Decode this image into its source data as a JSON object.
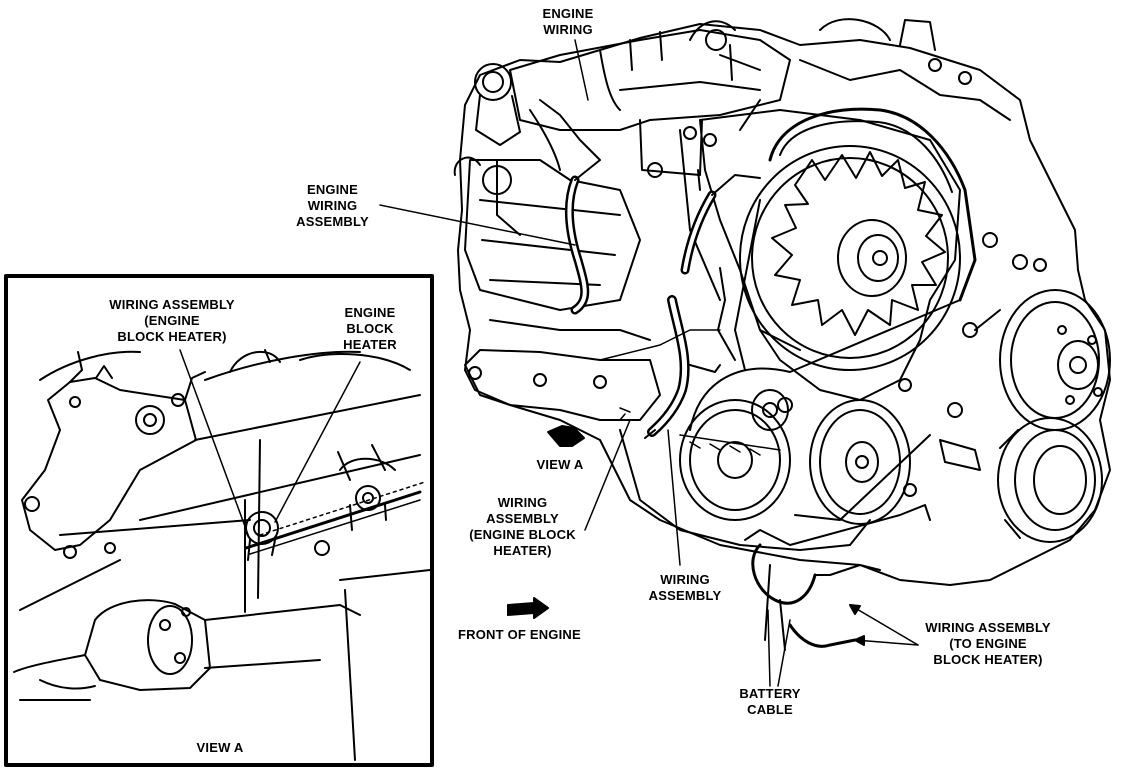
{
  "inset": {
    "title": "VIEW A",
    "labels": {
      "wiring_assembly_block_heater": "WIRING ASSEMBLY\n(ENGINE\nBLOCK HEATER)",
      "engine_block_heater": "ENGINE\nBLOCK\nHEATER"
    }
  },
  "main": {
    "labels": {
      "engine_wiring": "ENGINE\nWIRING",
      "engine_wiring_assembly": "ENGINE\nWIRING\nASSEMBLY",
      "view_a": "VIEW A",
      "wiring_assembly_engine_block_heater": "WIRING\nASSEMBLY\n(ENGINE BLOCK\nHEATER)",
      "front_of_engine": "FRONT OF ENGINE",
      "wiring_assembly": "WIRING\nASSEMBLY",
      "wiring_assembly_to_heater": "WIRING ASSEMBLY\n(TO ENGINE\nBLOCK HEATER)",
      "battery_cable": "BATTERY\nCABLE"
    }
  }
}
